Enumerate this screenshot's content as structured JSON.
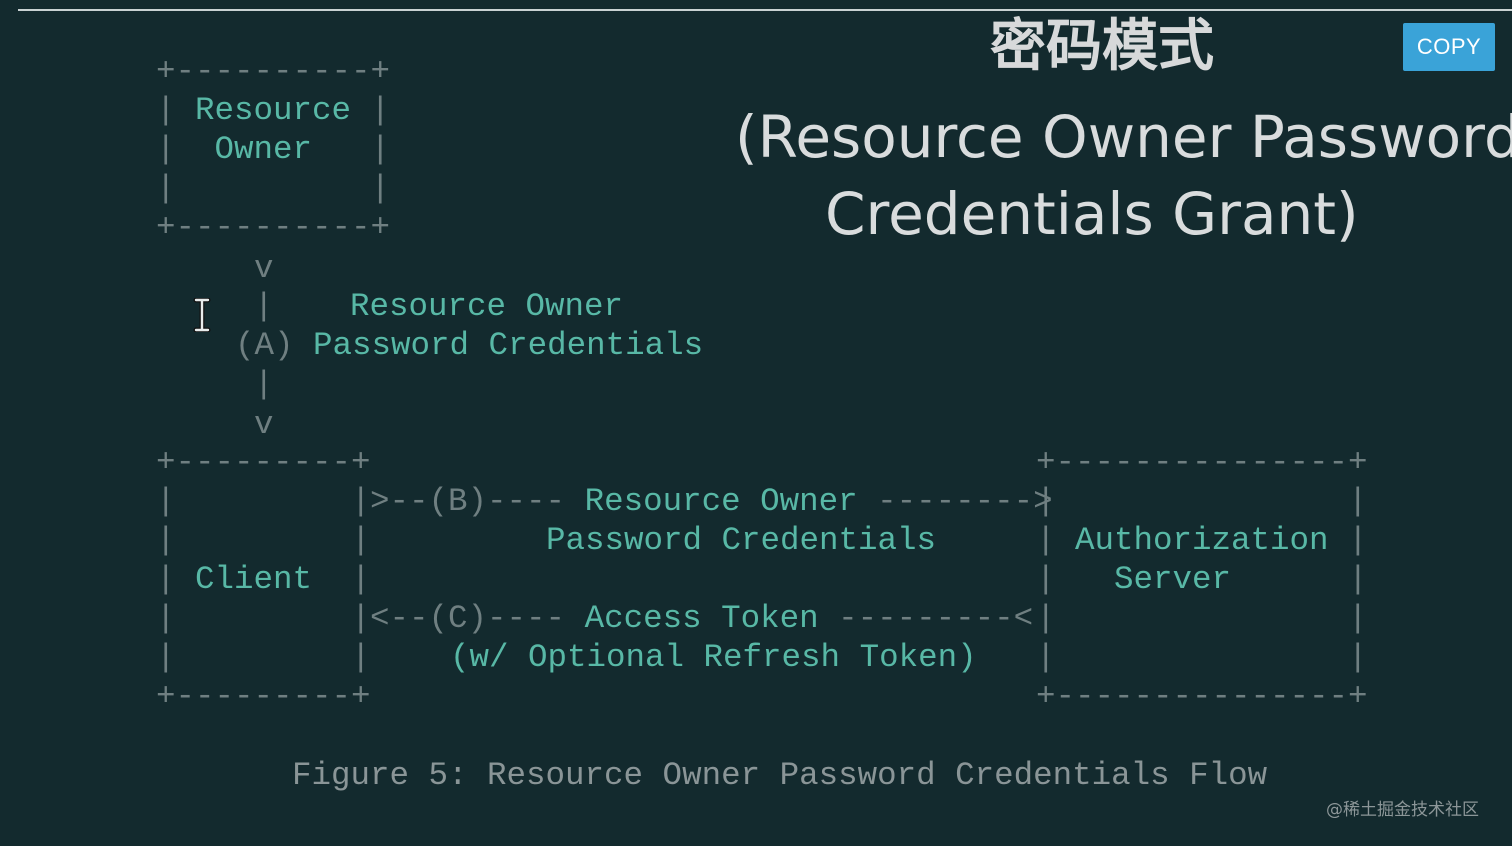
{
  "heading": "密码模式",
  "title_lines": [
    "(Resource Owner Password",
    "Credentials Grant)"
  ],
  "copy_label": "COPY",
  "diagram": {
    "resource_owner_box": {
      "top": "+----------+",
      "line1": "Resource",
      "line2": "Owner",
      "bottom": "+----------+"
    },
    "step_a": {
      "arrow_head": "v",
      "label_line1": "Resource Owner",
      "marker": "(A)",
      "label_line2": "Password Credentials",
      "arrow_tail": "v"
    },
    "client_box": {
      "top": "+---------+",
      "label": "Client",
      "bottom": "+---------+"
    },
    "step_b": {
      "arrow_start": ">--(B)----",
      "label_line1": "Resource Owner",
      "arrow_end": "-------->",
      "label_line2": "Password Credentials"
    },
    "step_c": {
      "arrow_start": "<--(C)----",
      "label_line1": "Access Token",
      "arrow_end": "---------<",
      "label_line2": "(w/ Optional Refresh Token)"
    },
    "auth_server_box": {
      "top": "+---------------+",
      "line1": "Authorization",
      "line2": "Server",
      "bottom": "+---------------+"
    }
  },
  "caption": "Figure 5: Resource Owner Password Credentials Flow",
  "watermark": "@稀土掘金技术社区",
  "colors": {
    "background": "#132a2e",
    "ascii_highlight": "#58b8a6",
    "ascii_frame": "#6f7f81",
    "copy_button": "#3aa3d8"
  }
}
